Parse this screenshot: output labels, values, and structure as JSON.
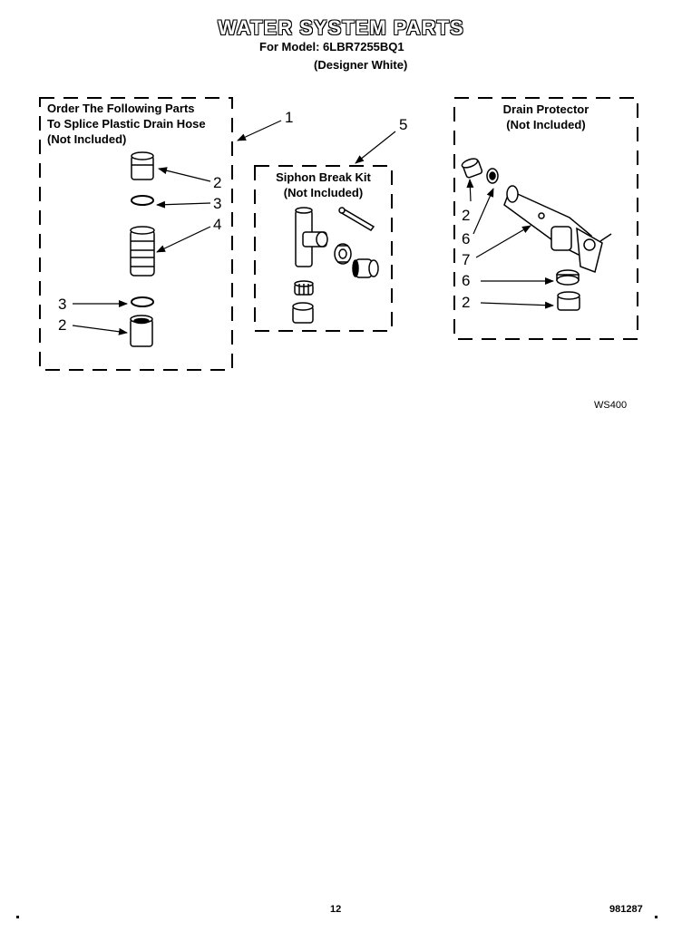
{
  "header": {
    "title": "WATER SYSTEM PARTS",
    "model_line": "For Model: 6LBR7255BQ1",
    "variant_line": "(Designer White)"
  },
  "panels": {
    "splice": {
      "lines": [
        "Order The Following Parts",
        "To Splice Plastic Drain Hose",
        "(Not Included)"
      ]
    },
    "siphon": {
      "lines": [
        "Siphon Break Kit",
        "(Not Included)"
      ]
    },
    "drain": {
      "lines": [
        "Drain Protector",
        "(Not Included)"
      ]
    }
  },
  "callouts": {
    "splice_panel": "1",
    "splice_cap_top": "2",
    "splice_ring_top": "3",
    "splice_connector": "4",
    "splice_ring_bottom": "3",
    "splice_cap_bottom": "2",
    "siphon_panel": "5",
    "drain_cap_top": "2",
    "drain_ring_top": "6",
    "drain_body": "7",
    "drain_ring_bottom": "6",
    "drain_cap_bottom": "2"
  },
  "footer": {
    "diagram_code": "WS400",
    "page_number": "12",
    "doc_number": "981287"
  }
}
